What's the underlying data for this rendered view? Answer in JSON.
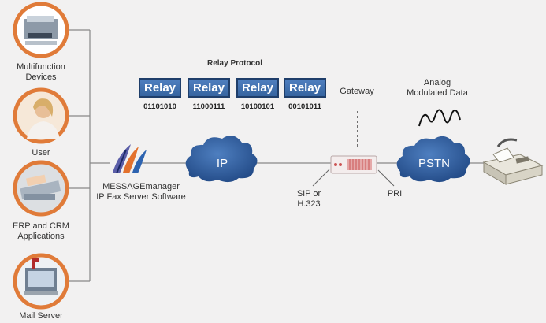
{
  "devices": [
    {
      "label": "Multifunction\nDevices",
      "icon": "multifunction-printer-icon"
    },
    {
      "label": "User",
      "icon": "user-photo-icon"
    },
    {
      "label": "ERP and CRM\nApplications",
      "icon": "erp-crm-icon"
    },
    {
      "label": "Mail Server",
      "icon": "mail-server-icon"
    }
  ],
  "relay": {
    "title": "Relay Protocol",
    "boxes": [
      {
        "label": "Relay",
        "bits": "01101010"
      },
      {
        "label": "Relay",
        "bits": "11000111"
      },
      {
        "label": "Relay",
        "bits": "10100101"
      },
      {
        "label": "Relay",
        "bits": "00101011"
      }
    ]
  },
  "software": {
    "label": "MESSAGEmanager\nIP Fax Server Software"
  },
  "ip_cloud": {
    "label": "IP"
  },
  "pstn_cloud": {
    "label": "PSTN"
  },
  "gateway": {
    "label": "Gateway"
  },
  "sip": {
    "label": "SIP or\nH.323"
  },
  "pri": {
    "label": "PRI"
  },
  "analog": {
    "label": "Analog\nModulated Data"
  },
  "colors": {
    "ring": "#e07b39",
    "relay_fill": "#4477b7",
    "cloud": "#2f5c9a",
    "background": "#f2f1f1"
  }
}
